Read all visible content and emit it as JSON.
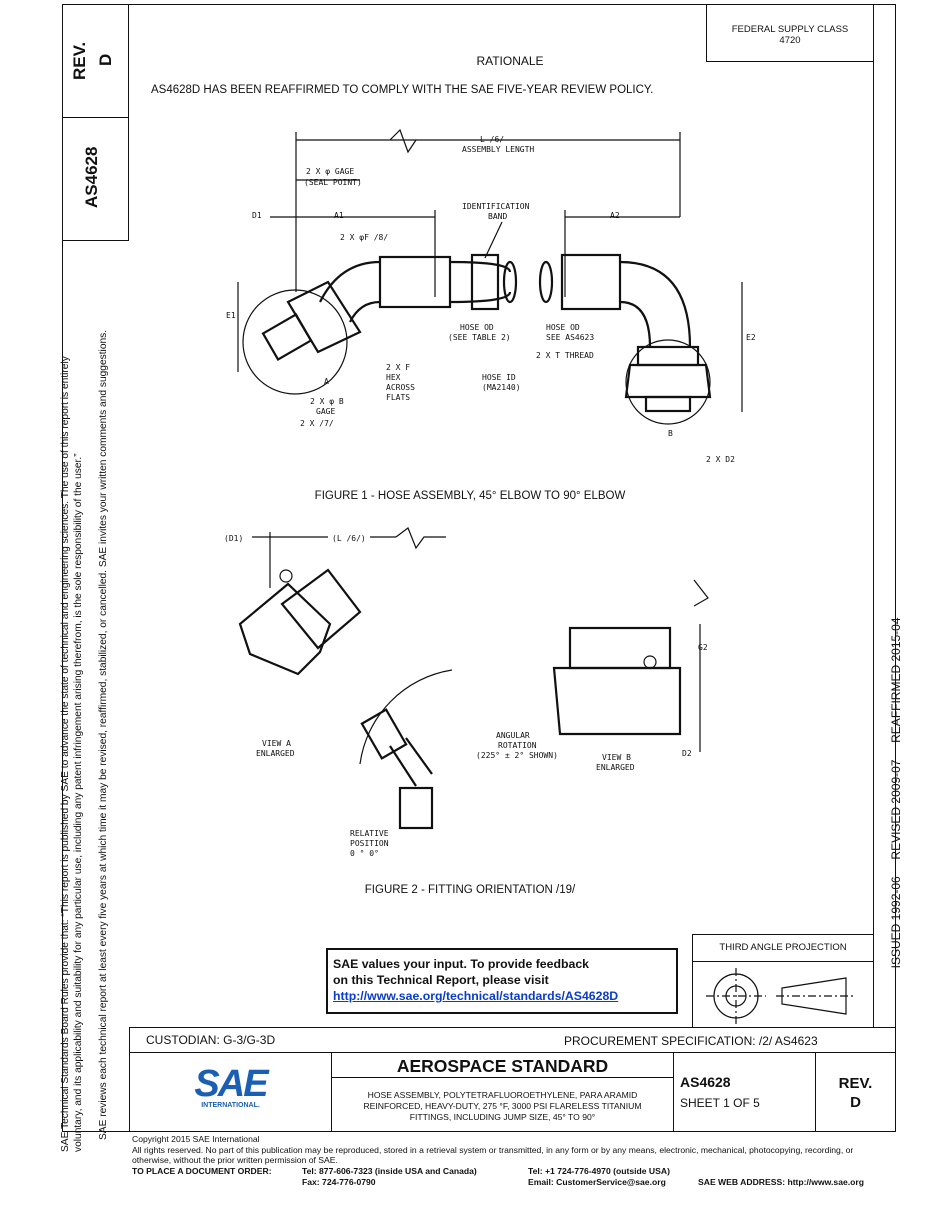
{
  "header": {
    "federal_supply_class": "FEDERAL SUPPLY CLASS",
    "fsc_number": "4720",
    "rev_label": "REV.",
    "rev_value": "D",
    "doc_number": "AS4628"
  },
  "left_margin": {
    "line1": "SAE Technical Standards Board Rules provide that: “This report is published by SAE to advance the state of technical and engineering sciences. The use of this report is entirely",
    "line2": "voluntary, and its applicability and suitability for any particular use, including any patent infringement arising therefrom, is the sole responsibility of the user.”",
    "line3": "SAE reviews each technical report at least every five years at which time it may be revised, reaffirmed, stabilized, or cancelled. SAE invites your written comments and suggestions."
  },
  "right_margin": {
    "issued": "ISSUED 1992-06",
    "revised": "REVISED 2009-07",
    "reaffirmed": "REAFFIRMED 2015-04"
  },
  "rationale": {
    "title": "RATIONALE",
    "text": "AS4628D HAS BEEN REAFFIRMED TO COMPLY WITH THE SAE FIVE-YEAR REVIEW POLICY."
  },
  "figure1": {
    "caption": "FIGURE 1 - HOSE ASSEMBLY, 45° ELBOW TO 90° ELBOW",
    "labels": {
      "assembly_length_1": "L /6/",
      "assembly_length_2": "ASSEMBLY LENGTH",
      "gage1": "2 X φ GAGE",
      "gage2": "(SEAL POINT)",
      "ident1": "IDENTIFICATION",
      "ident2": "BAND",
      "d1": "D1",
      "a1": "A1",
      "a2": "A2",
      "f_dia": "2 X φF /8/",
      "e1": "E1",
      "e2": "E2",
      "hose_od1": "HOSE OD",
      "hose_od2": "(SEE TABLE 2)",
      "hose_od3": "HOSE OD",
      "hose_od4": "SEE AS4623",
      "t_thread": "2 X T THREAD",
      "hex1": "2 X F",
      "hex2": "HEX",
      "hex3": "ACROSS",
      "hex4": "FLATS",
      "hose_id1": "HOSE ID",
      "hose_id2": "(MA2140)",
      "b_gage1": "2 X φ B",
      "b_gage2": "GAGE",
      "seven": "2 X /7/",
      "a": "A",
      "b": "B",
      "d2": "2 X D2"
    }
  },
  "figure2": {
    "caption": "FIGURE 2 - FITTING ORIENTATION /19/",
    "labels": {
      "d1": "(D1)",
      "l6": "(L /6/)",
      "view_a1": "VIEW A",
      "view_a2": "ENLARGED",
      "angular1": "ANGULAR",
      "angular2": "ROTATION",
      "angular3": "(225° ± 2° SHOWN)",
      "view_b1": "VIEW B",
      "view_b2": "ENLARGED",
      "g2": "G2",
      "d2": "D2",
      "rel1": "RELATIVE",
      "rel2": "POSITION",
      "rel3": "0 ° 0°"
    }
  },
  "feedback": {
    "line1": "SAE values your input. To provide feedback",
    "line2": "on this Technical Report, please visit",
    "link": "http://www.sae.org/technical/standards/AS4628D"
  },
  "projection": {
    "title": "THIRD ANGLE PROJECTION"
  },
  "title_block": {
    "custodian": "CUSTODIAN: G-3/G-3D",
    "procurement": "PROCUREMENT SPECIFICATION: /2/ AS4623",
    "standard": "AEROSPACE STANDARD",
    "description": "HOSE ASSEMBLY, POLYTETRAFLUOROETHYLENE, PARA ARAMID REINFORCED, HEAVY-DUTY, 275 °F, 3000 PSI FLARELESS TITANIUM FITTINGS, INCLUDING JUMP SIZE, 45° TO 90°",
    "doc_number": "AS4628",
    "sheet": "SHEET 1 OF 5",
    "rev_label": "REV.",
    "rev_value": "D",
    "logo_text": "SAE",
    "logo_sub": "INTERNATIONAL."
  },
  "footer": {
    "copyright": "Copyright 2015 SAE International",
    "rights": "All rights reserved. No part of this publication may be reproduced, stored in a retrieval system or transmitted, in any form or by any means, electronic, mechanical, photocopying, recording, or otherwise, without the prior written permission of SAE.",
    "order_label": "TO PLACE A DOCUMENT ORDER:",
    "tel_us": "Tel: 877-606-7323 (inside USA and Canada)",
    "fax": "Fax: 724-776-0790",
    "tel_out": "Tel: +1 724-776-4970 (outside USA)",
    "email": "Email: CustomerService@sae.org",
    "web": "SAE WEB ADDRESS: http://www.sae.org"
  },
  "colors": {
    "link": "#0a3cc7",
    "sae_blue": "#1a5fb4"
  }
}
